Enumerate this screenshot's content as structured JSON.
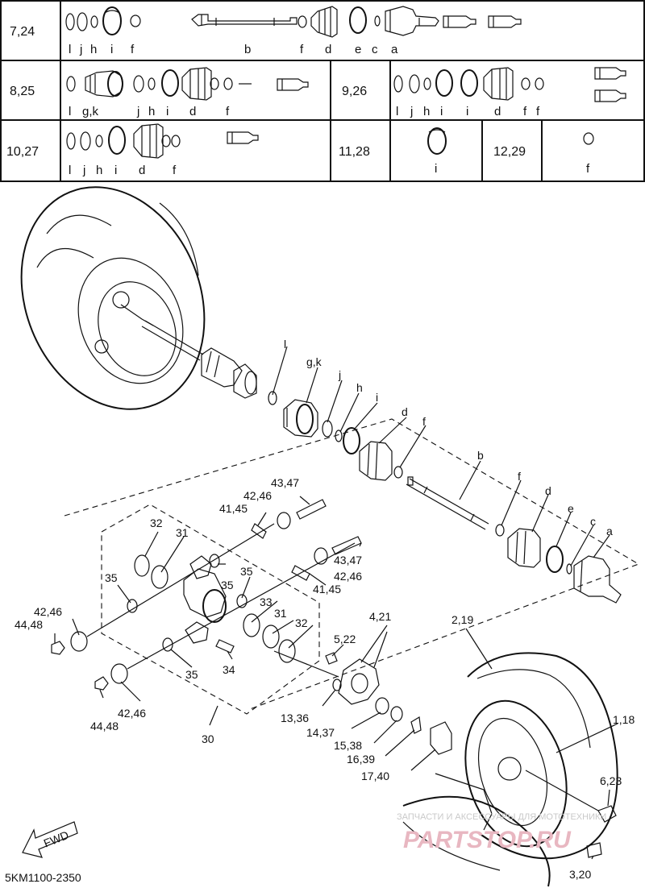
{
  "kit_table": {
    "rows": [
      {
        "key": "7,24",
        "letters": [
          "l",
          "j",
          "h",
          "i",
          "f",
          "b",
          "f",
          "d",
          "e",
          "c",
          "a"
        ]
      },
      {
        "key": "8,25",
        "letters": [
          "l",
          "g,k",
          "j",
          "h",
          "i",
          "d",
          "f"
        ]
      },
      {
        "key": "9,26",
        "letters": [
          "l",
          "j",
          "h",
          "i",
          "i",
          "d",
          "f",
          "f"
        ]
      },
      {
        "key": "10,27",
        "letters": [
          "l",
          "j",
          "h",
          "i",
          "d",
          "f"
        ]
      },
      {
        "key": "11,28",
        "letters": [
          "i"
        ]
      },
      {
        "key": "12,29",
        "letters": [
          "f"
        ]
      }
    ]
  },
  "diagram": {
    "callouts": [
      "l",
      "g,k",
      "j",
      "h",
      "i",
      "d",
      "f",
      "b",
      "f",
      "d",
      "e",
      "c",
      "a",
      "43,47",
      "42,46",
      "41,45",
      "32",
      "31",
      "35",
      "35",
      "35",
      "42,46",
      "44,48",
      "43,47",
      "42,46",
      "41,45",
      "33",
      "31",
      "32",
      "34",
      "35",
      "42,46",
      "44,48",
      "30",
      "4,21",
      "5,22",
      "13,36",
      "14,37",
      "15,38",
      "16,39",
      "17,40",
      "2,19",
      "1,18",
      "6,23",
      "3,20"
    ],
    "fwd_label": "FWD",
    "diagram_code": "5KM1100-2350"
  },
  "watermark": {
    "line1": "ЗАПЧАСТИ И АКСЕССУАРЫ ДЛЯ МОТОТЕХНИКИ",
    "line2": "PARTSTOP.RU"
  }
}
